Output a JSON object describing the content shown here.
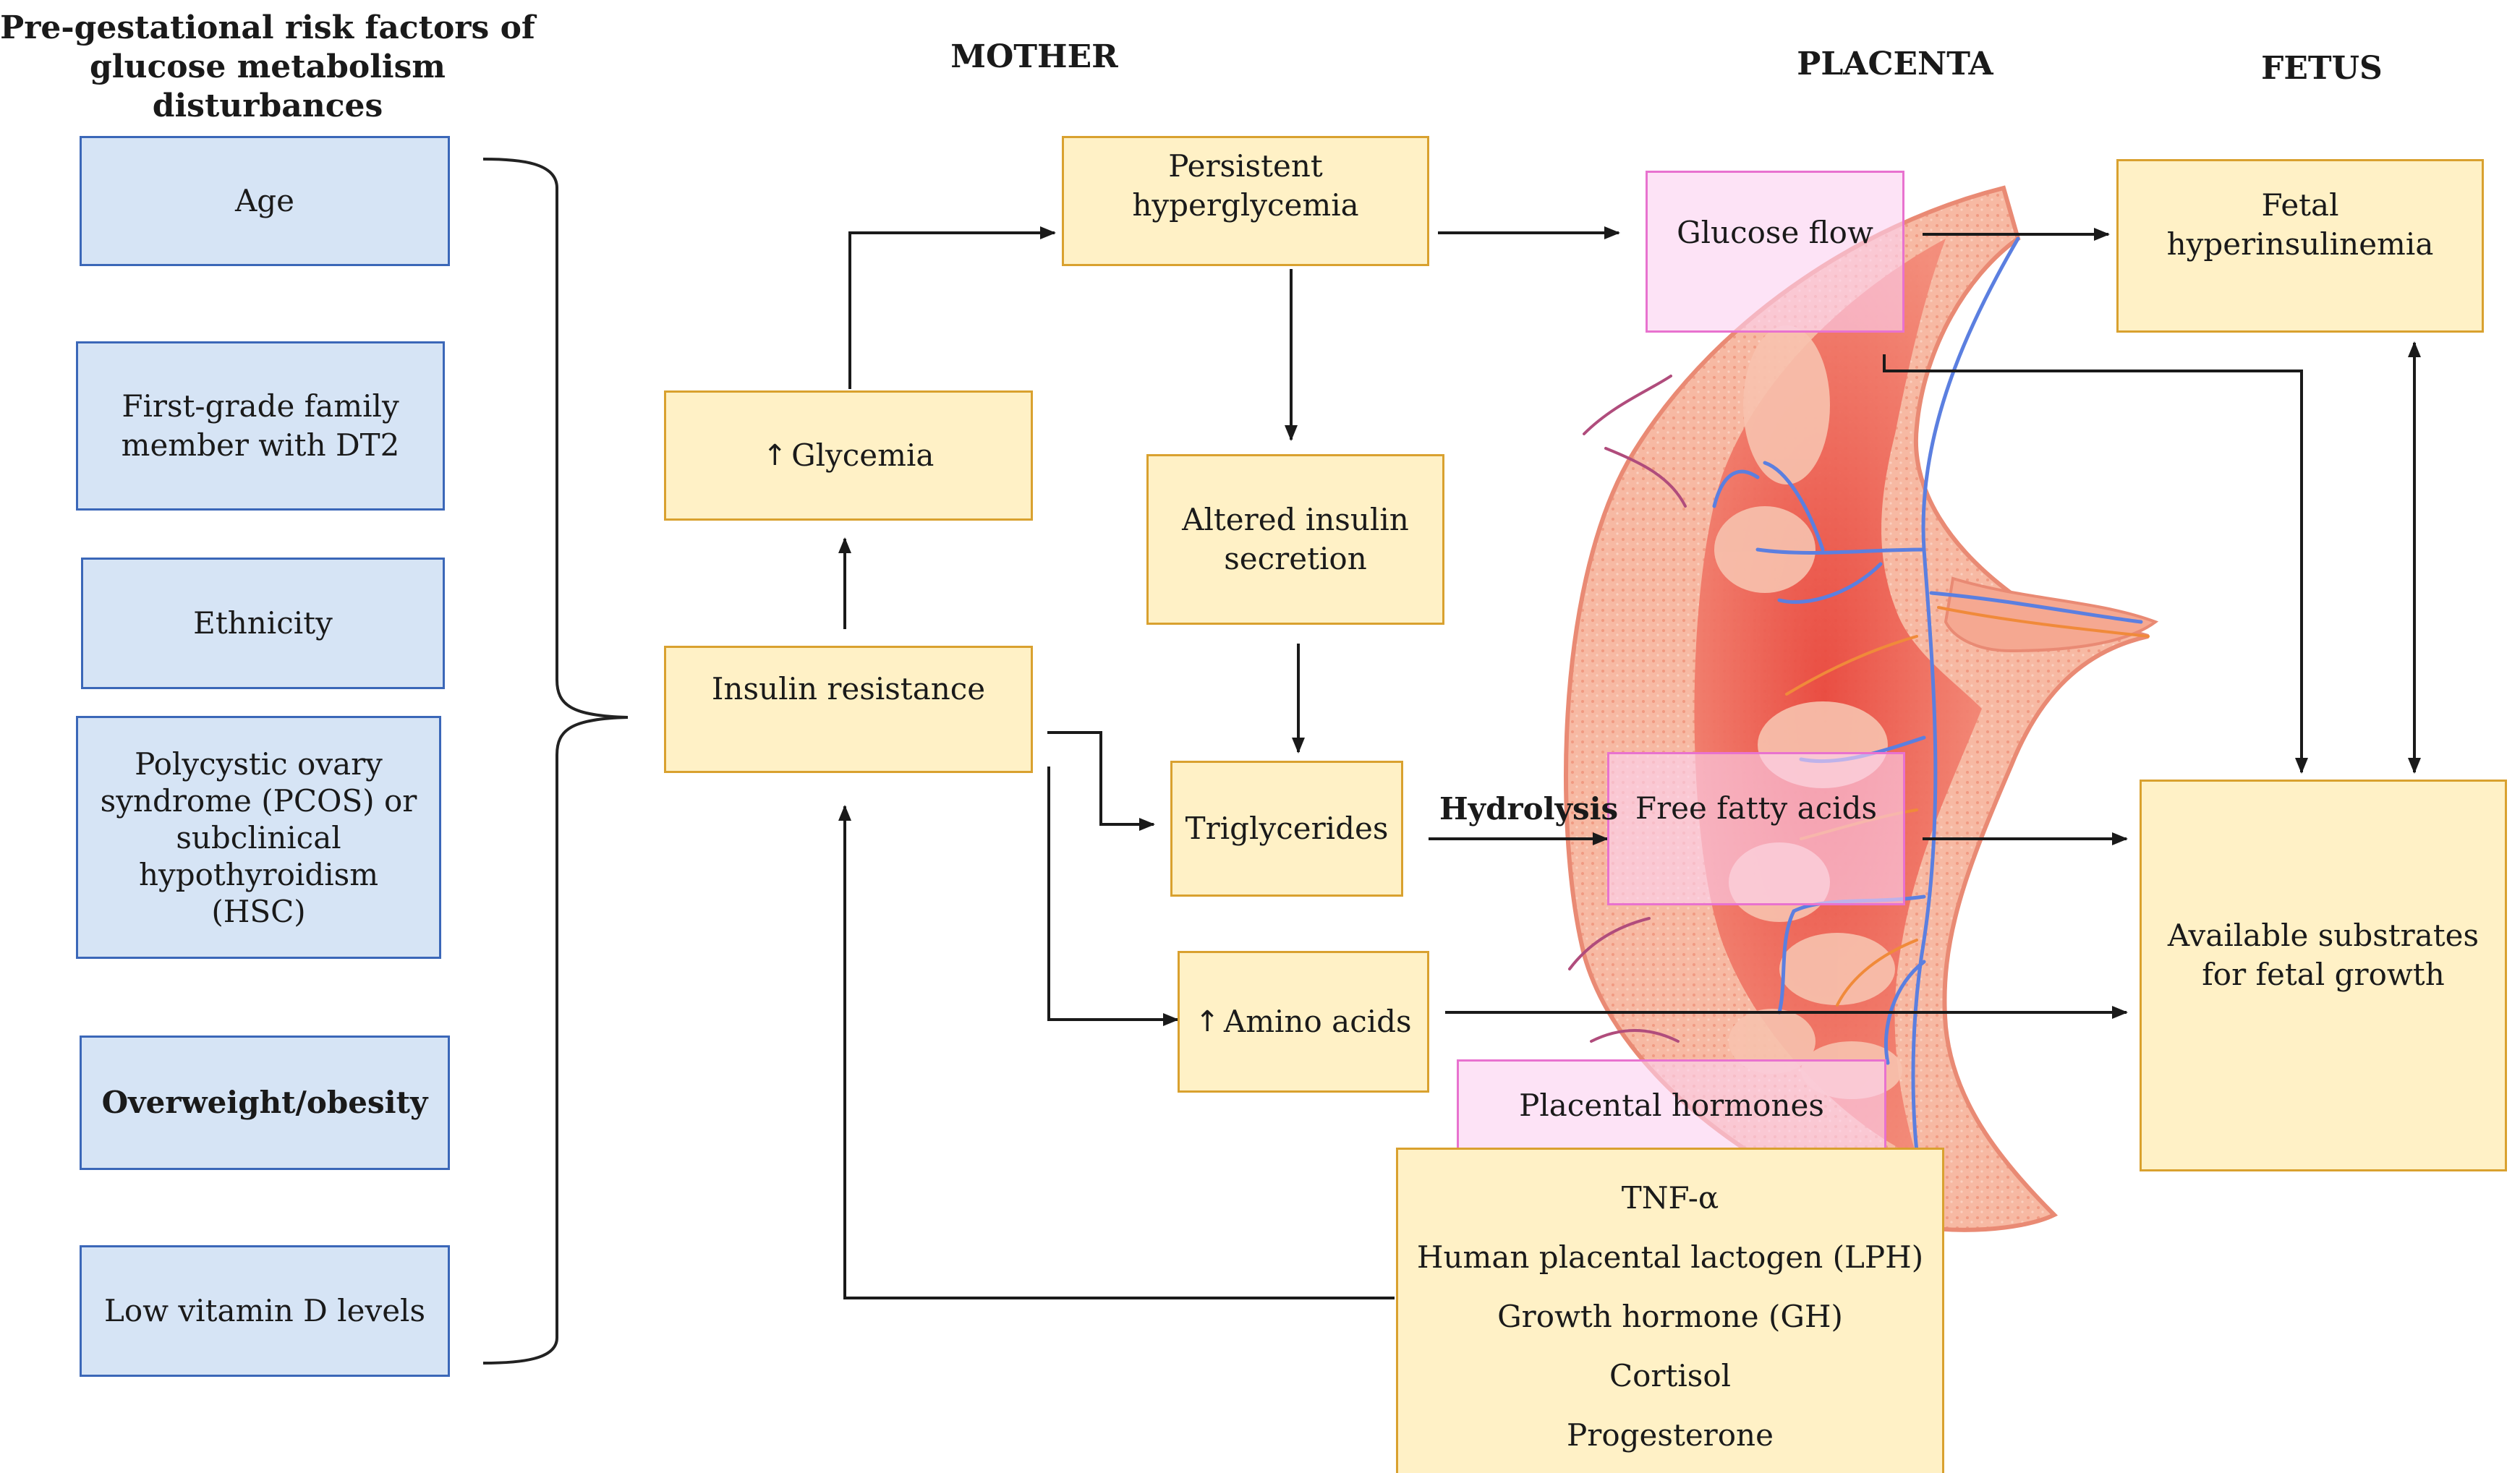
{
  "headers": {
    "risk_title_line1": "Pre-gestational risk factors of",
    "risk_title_line2": "glucose metabolism disturbances",
    "mother": "MOTHER",
    "placenta": "PLACENTA",
    "fetus": "FETUS"
  },
  "risk_factors": [
    "Age",
    "First-grade family member with DT2",
    "Ethnicity",
    "Polycystic ovary syndrome (PCOS) or subclinical hypothyroidism (HSC)",
    "Overweight/obesity",
    "Low vitamin D levels"
  ],
  "mother": {
    "insulin_resistance": "Insulin resistance",
    "glycemia": "Glycemia",
    "persistent_hyperglycemia": "Persistent hyperglycemia",
    "altered_insulin_secretion": "Altered insulin secretion",
    "triglycerides": "Triglycerides",
    "amino_acids": "Amino acids",
    "increase_arrow": "↑"
  },
  "placenta": {
    "glucose_flow": "Glucose flow",
    "free_fatty_acids": "Free fatty acids",
    "placental_hormones": "Placental hormones",
    "hydrolysis": "Hydrolysis",
    "hormone_list": [
      "TNF-α",
      "Human placental lactogen (LPH)",
      "Growth hormone (GH)",
      "Cortisol",
      "Progesterone"
    ]
  },
  "fetus": {
    "fetal_hyperinsulinemia": "Fetal hyperinsulinemia",
    "available_substrates": "Available substrates for fetal growth"
  },
  "colors": {
    "risk_fill": "#d6e4f5",
    "risk_border": "#3b67b8",
    "process_fill": "#fff1c6",
    "process_border": "#d9a12f",
    "placenta_box_fill": "#fcd2f0",
    "placenta_box_border": "#e872cf",
    "placenta_tissue": "#f2a08c",
    "placenta_core": "#e04a3d",
    "vessel_blue": "#5b7fe0",
    "vessel_orange": "#f08a3a"
  }
}
